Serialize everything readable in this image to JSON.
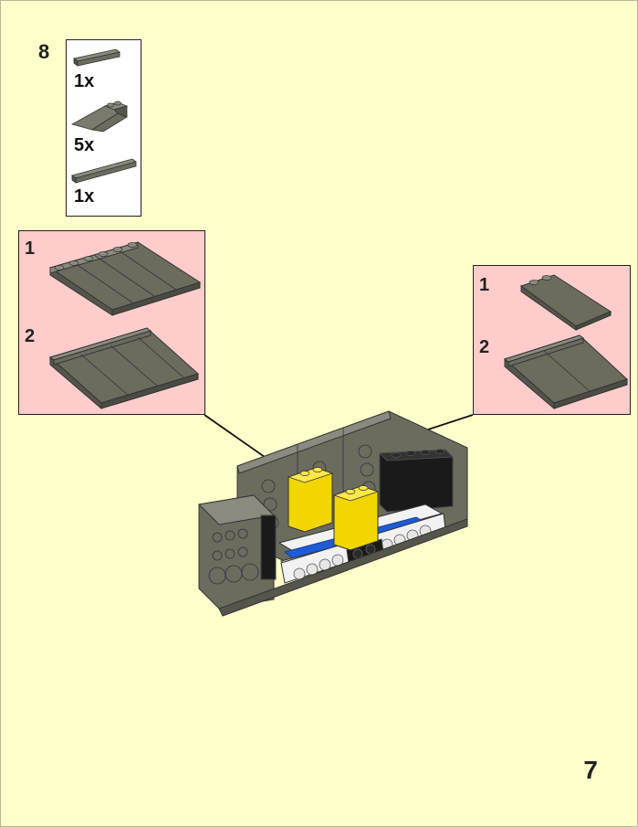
{
  "step": {
    "number": "8"
  },
  "parts_list": {
    "items": [
      {
        "count": "1x",
        "part": "dark-gray-plate-1x4-icon"
      },
      {
        "count": "5x",
        "part": "dark-gray-slope-brick-icon"
      },
      {
        "count": "1x",
        "part": "dark-gray-plate-1x6-icon"
      }
    ]
  },
  "callout_left": {
    "steps": [
      {
        "label": "1"
      },
      {
        "label": "2"
      }
    ]
  },
  "callout_right": {
    "steps": [
      {
        "label": "1"
      },
      {
        "label": "2"
      }
    ]
  },
  "page": {
    "number": "7"
  },
  "colors": {
    "background": "#ffffcc",
    "callout": "#ffcccc",
    "dark_gray": "#6b6c5e",
    "yellow": "#f2d600",
    "blue": "#1e5bd6",
    "black": "#1a1a1a",
    "white": "#f2f2f2"
  }
}
